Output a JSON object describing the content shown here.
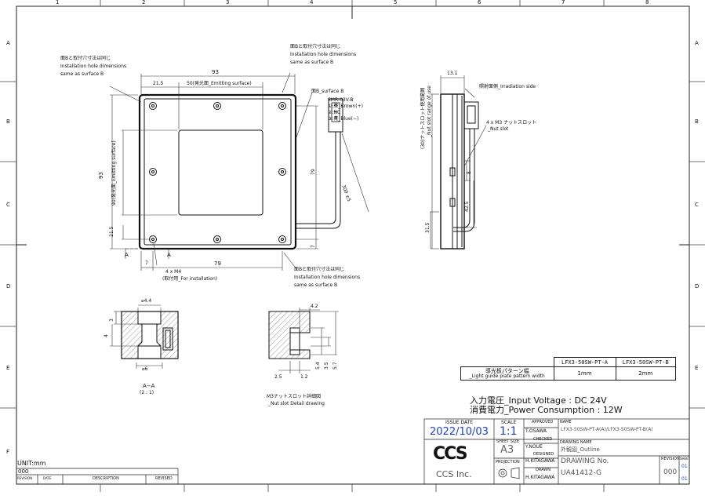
{
  "border": {
    "col_labels": [
      "1",
      "2",
      "3",
      "4",
      "5",
      "6",
      "7",
      "8"
    ],
    "row_labels": [
      "A",
      "B",
      "C",
      "D",
      "E",
      "F"
    ]
  },
  "front_view": {
    "note_left": [
      "面Bと取付穴寸法は同じ",
      "Installation hole dimensions",
      "same as surface B"
    ],
    "note_top": [
      "面Bと取付穴寸法は同じ",
      "Installation hole dimensions",
      "same as surface B"
    ],
    "note_bottom": [
      "面Bと取付穴寸法は同じ",
      "Installation hole dimensions",
      "same as surface B"
    ],
    "dim_93_top": "93",
    "dim_21_5_top": "21.5",
    "dim_50_emit": "50(発光面_Emitting surface)",
    "dim_93_left": "93",
    "dim_90_emit": "90(発光面_Emitting surface)",
    "dim_21_5_left": "21.5",
    "dim_7_bottom": "7",
    "dim_79_bottom": "79",
    "dim_79_right": "79",
    "dim_7_right": "7",
    "dim_300": "300 ±5",
    "surface_b": "面B_surface B",
    "connector": [
      "SMR-03V-B",
      "①:茶_Brown(+)",
      "②:NC",
      "③:青_Blue(−)"
    ],
    "section_mark": "A",
    "hole_note": [
      "4 x M4",
      "(取付用_For installation)"
    ]
  },
  "side_view": {
    "dim_13_1": "13.1",
    "irradiation": "照射面側_Irradiation side",
    "nut_slot": [
      "4 x M3 ナットスロット",
      "_Nut slot"
    ],
    "nut_range": [
      "(30)ナットスロット使用範囲",
      "_Nut slot range of use"
    ],
    "dim_8": "8",
    "dim_42_5": "42.5",
    "dim_31_5": "31.5"
  },
  "section_aa": {
    "dia_4_4": "⌀4.4",
    "dia_6": "⌀6",
    "dim_3": "3",
    "dim_4": "4",
    "title": "A−A",
    "scale": "(2 : 1)"
  },
  "nut_detail": {
    "dim_4_2": "4.2",
    "dim_5_4": "5.4",
    "dim_3_5": "3.5",
    "dim_5_7": "5.7",
    "dim_2_5": "2.5",
    "dim_1_2": "1.2",
    "title": "M3ナットスロット詳細図",
    "subtitle": "_Nut slot Detail drawing"
  },
  "pattern_table": {
    "header_a": "LFX3-50SW-PT-A",
    "header_b": "LFX3-50SW-PT-B",
    "label_jp": "導光板パターン幅",
    "label_en": "_Light guide plate pattern width",
    "val_a": "1mm",
    "val_b": "2mm"
  },
  "specs": {
    "voltage": "入力電圧_Input Voltage : DC 24V",
    "power": "消費電力_Power Consumption : 12W"
  },
  "title_block": {
    "issue_date_label": "ISSUE DATE",
    "issue_date": "2022/10/03",
    "scale_label": "SCALE",
    "scale": "1:1",
    "sheet_size_label": "SHEET SIZE",
    "sheet_size": "A3",
    "approved_label": "APPROVED",
    "approved": "T.OSAWA",
    "checked_label": "CHECKED",
    "checked": "Y.NOUE",
    "designed_label": "DESIGNED",
    "designed": "H.KITAGAWA",
    "drawn_label": "DRAWN",
    "drawn": "H.KITAGAWA",
    "projection_label": "PROJECTION",
    "name_label": "NAME",
    "name": "LFX3-50SW-PT-A(A)/LFX3-50SW-PT-B(A)",
    "drawing_name_label": "DRAWING NAME",
    "drawing_name": "外観図_Outline",
    "drawing_no_label": "DRAWING No.",
    "drawing_no": "UA41412-G",
    "revision_label": "REVISION",
    "sheet_label": "SHEET",
    "revision": "000",
    "sheet_a": "01",
    "sheet_b": "01",
    "company": "CCS Inc.",
    "logo": "CCS"
  },
  "revision_block": {
    "unit": "UNIT:mm",
    "rev": "000",
    "col_revision": "REVISION",
    "col_date": "DATE",
    "col_description": "DESCRIPTION",
    "col_revised": "REVISED"
  }
}
